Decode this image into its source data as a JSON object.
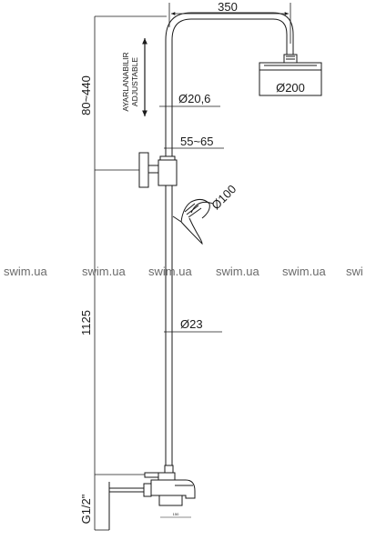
{
  "dimensions": {
    "width_arm": "350",
    "head_diameter": "Ø200",
    "adjust_range": "80~440",
    "riser_upper_diameter": "Ø20,6",
    "bracket_offset": "55~65",
    "hand_shower_diameter": "Ø100",
    "lower_length": "1125",
    "riser_lower_diameter": "Ø23",
    "inlet_thread": "G1/2\"",
    "valve_offset": "150"
  },
  "adjustable": {
    "line1": "AYARLANABILIR",
    "line2": "ADJUSTABLE"
  },
  "watermark": [
    "swim.ua",
    "swim.ua",
    "swim.ua",
    "swim.ua",
    "swim.ua",
    "swi"
  ],
  "colors": {
    "line": "#1a1a1a",
    "watermark": "#6b6b6b"
  }
}
